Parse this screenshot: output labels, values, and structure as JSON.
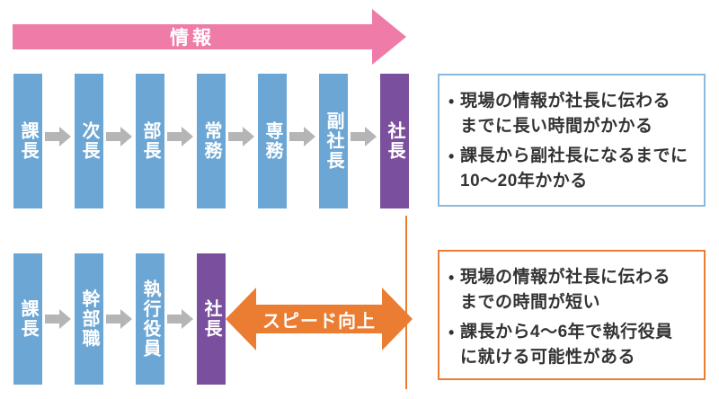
{
  "bullet_char": "•",
  "colors": {
    "bar_blue": "#6ca6d4",
    "bar_purple": "#7a4f9d",
    "info_arrow_pink": "#ee7ba8",
    "step_arrow_gray": "#b5b5b5",
    "accent_orange": "#eb7d33",
    "note_border_blue": "#8bb9df",
    "note_text": "#333333"
  },
  "top_flow": {
    "info_arrow_label": "情報",
    "bars": [
      {
        "label": "課長",
        "type": "blue"
      },
      {
        "label": "次長",
        "type": "blue"
      },
      {
        "label": "部長",
        "type": "blue"
      },
      {
        "label": "常務",
        "type": "blue"
      },
      {
        "label": "専務",
        "type": "blue"
      },
      {
        "label": "副社長",
        "type": "blue"
      },
      {
        "label": "社長",
        "type": "purple"
      }
    ],
    "note": {
      "bullets": [
        "現場の情報が社長に伝わる\nまでに長い時間がかかる",
        "課長から副社長になるまでに\n10〜20年かかる"
      ]
    }
  },
  "bottom_flow": {
    "speed_arrow_label": "スピード向上",
    "bars": [
      {
        "label": "課長",
        "type": "blue"
      },
      {
        "label": "幹部職",
        "type": "blue"
      },
      {
        "label": "執行役員",
        "type": "blue"
      },
      {
        "label": "社長",
        "type": "purple"
      }
    ],
    "note": {
      "bullets": [
        "現場の情報が社長に伝わる\nまでの時間が短い",
        "課長から4〜6年で執行役員\nに就ける可能性がある"
      ]
    }
  }
}
